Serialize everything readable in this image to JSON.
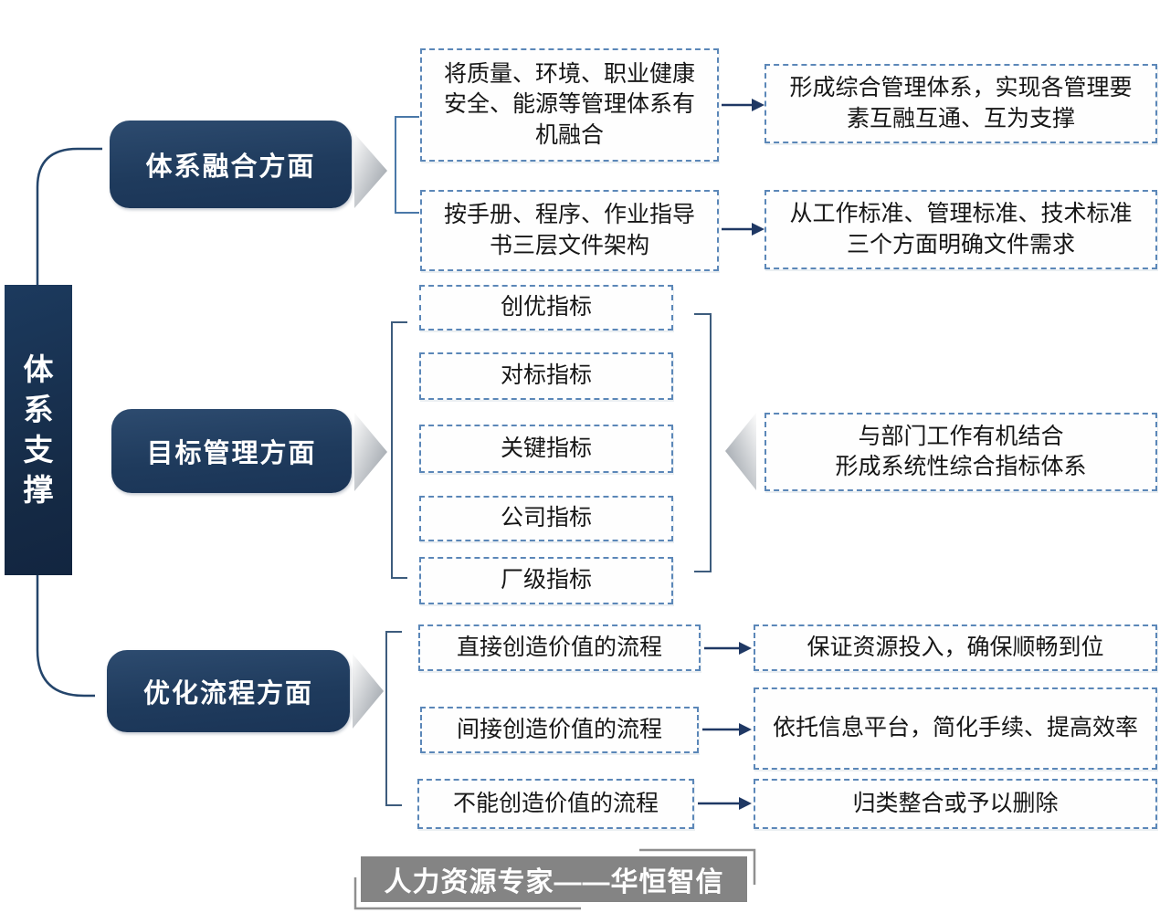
{
  "colors": {
    "navy_hub": "#1F3B5D",
    "navy_spine": "#152A45",
    "dashed_border": "#5B87B8",
    "connector_line": "#24456B",
    "bracket_line": "#3D5C7D",
    "arrow_navy": "#1F3864",
    "chevron_gray": "#9B9B9B",
    "banner_bg": "#848484"
  },
  "spine": {
    "label": "体系支撑"
  },
  "sections": {
    "fusion": {
      "label": "体系融合方面",
      "rows": [
        {
          "left": "将质量、环境、职业健康安全、能源等管理体系有机融合",
          "right": "形成综合管理体系，实现各管理要素互融互通、互为支撑"
        },
        {
          "left": "按手册、程序、作业指导书三层文件架构",
          "right": "从工作标准、管理标准、技术标准三个方面明确文件需求"
        }
      ]
    },
    "target": {
      "label": "目标管理方面",
      "indicators": [
        "创优指标",
        "对标指标",
        "关键指标",
        "公司指标",
        "厂级指标"
      ],
      "summary": "与部门工作有机结合\n形成系统性综合指标体系"
    },
    "process": {
      "label": "优化流程方面",
      "rows": [
        {
          "left": "直接创造价值的流程",
          "right": "保证资源投入，确保顺畅到位"
        },
        {
          "left": "间接创造价值的流程",
          "right": "依托信息平台，简化手续、提高效率"
        },
        {
          "left": "不能创造价值的流程",
          "right": "归类整合或予以删除"
        }
      ]
    }
  },
  "footer": {
    "banner": "人力资源专家——华恒智信"
  }
}
